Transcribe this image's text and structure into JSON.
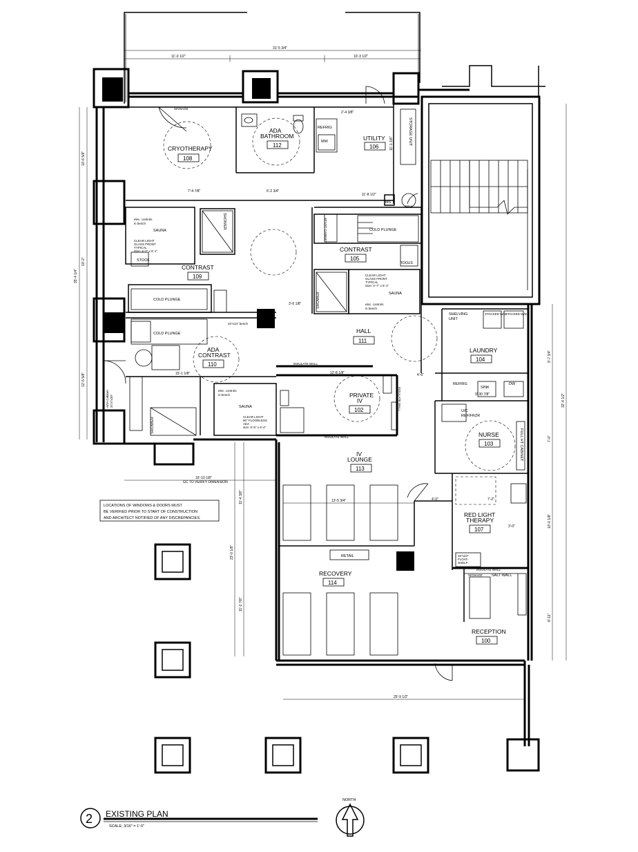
{
  "title": {
    "number": "2",
    "name": "EXISTING PLAN",
    "scale": "SCALE:  3/16\" = 1'-0\""
  },
  "north": "NORTH",
  "note": [
    "LOCATIONS OF WINDOWS & DOORS MUST",
    "BE VERIFIED PRIOR TO START OF CONSTRUCTION",
    "AND ARCHITECT NOTIFIED OF ANY DISCREPANCIES."
  ],
  "rooms": {
    "cryotherapy": {
      "name": "CRYOTHERAPY",
      "number": "108"
    },
    "ada_bath": {
      "name1": "ADA",
      "name2": "BATHROOM",
      "number": "112"
    },
    "utility": {
      "name": "UTILITY",
      "number": "106"
    },
    "contrast109": {
      "name": "CONTRAST",
      "number": "109"
    },
    "contrast105": {
      "name": "CONTRAST",
      "number": "105"
    },
    "ada_contrast": {
      "name1": "ADA",
      "name2": "CONTRAST",
      "number": "110"
    },
    "hall": {
      "name": "HALL",
      "number": "111"
    },
    "laundry": {
      "name": "LAUNDRY",
      "number": "104"
    },
    "private_iv": {
      "name1": "PRIVATE",
      "name2": "IV",
      "number": "102"
    },
    "nurse": {
      "name": "NURSE",
      "number": "103"
    },
    "iv_lounge": {
      "name1": "IV",
      "name2": "LOUNGE",
      "number": "113"
    },
    "red_light": {
      "name1": "RED LIGHT",
      "name2": "THERAPY",
      "number": "107"
    },
    "recovery": {
      "name": "RECOVERY",
      "number": "114"
    },
    "reception": {
      "name": "RECEPTION",
      "number": "100"
    }
  },
  "labels": {
    "signage": "SIGNAGE",
    "signage2": "SIGNAGE",
    "refrig": "REFRIG",
    "mw": "MW",
    "storage_unit": "STORAGE UNIT",
    "ms": "MS",
    "wh": "WH",
    "cold_plunge": "COLD PLUNGE",
    "cabinet": "30\"x20\" CABINET",
    "sauna": "SAUNA",
    "sauna2": "SAUNA",
    "sauna3": "SAUNA",
    "shower": "SHOWER",
    "shower2": "SHOWER",
    "shower3": "SHOWER",
    "stool": "STOOL",
    "stool2": "STOOL",
    "elec_controls": [
      "elec. controls",
      "in bench"
    ],
    "clear_light": [
      "CLEAR LIGHT",
      "GLASS FRONT",
      "TYPICAL",
      "Size: 4'-7\" x 6'-1\""
    ],
    "clear_light_ada": [
      "CLEAR LIGHT",
      "60\" FLOORLESS",
      "ADA",
      "size: 6'-5\" x 6'-4\""
    ],
    "bench": "42\"x13\" bench",
    "shelving": [
      "SHELVING",
      "UNIT"
    ],
    "stacked_wd": "STACKED W/D",
    "refrig2": "REFRIG",
    "sink": "SINK",
    "dw": "DW",
    "uc_refrizer": [
      "U/C",
      "REF/FRZR"
    ],
    "full_ht_cabinet": "FULL HT CABINET",
    "insulate_wall": "INSULATE WALL",
    "retail": "RETAIL",
    "salt_wall": "SALT WALL",
    "float_shelf": [
      "16\"x23\"",
      "FLOAT-",
      "SHELF"
    ],
    "ada_cabinet": [
      "ADA Cabinet",
      "37.5\"x20\""
    ]
  },
  "dimensions": {
    "top_overall": "31'-5 3/4\"",
    "top_left": "11'-0 1/2\"",
    "top_right": "10'-3 1/2\"",
    "d_7_4": "7'-4 7/8\"",
    "d_6_2": "6'-2 3/4\"",
    "d_2_4": "2'-4 3/8\"",
    "d_11_8": "11'-8 1/2\"",
    "d_11_1": "11'-1 1/8\"",
    "d_9_30": "9'-30 7/8\"",
    "d_3_6": "3'-6 1/8\"",
    "d_12_8": "12'-8 1/8\"",
    "d_15_1": "15'-1 1/8\"",
    "d_4_6": "4'-6\"",
    "d_13_5": "13'-5 3/4\"",
    "d_4_0": "4'-0\"",
    "d_7_2": "7'-2\"",
    "d_3_0": "3'-0\"",
    "d_16_10": "16'-10 1/8\"",
    "gc_verify": "GC TO VERIFY DIMENSION",
    "d_25_9": "25'-9 1/2\"",
    "left_10_6": "10'-6 5/8\"",
    "left_10_2": "10'-2\"",
    "left_35_4": "35'-4 1/4\"",
    "left_12_5": "12'-5 5/8\"",
    "mid_11_4": "11'-4 3/8\"",
    "mid_23_0": "23'-0 1/8\"",
    "mid_11_2": "11'-2 7/8\"",
    "right_9_7": "9'-7 3/4\"",
    "right_32_4": "32'-4 1/2\"",
    "right_7_0": "7'-0\"",
    "right_10_0": "10'-0 1/8\"",
    "right_8_11": "8'-11\""
  }
}
